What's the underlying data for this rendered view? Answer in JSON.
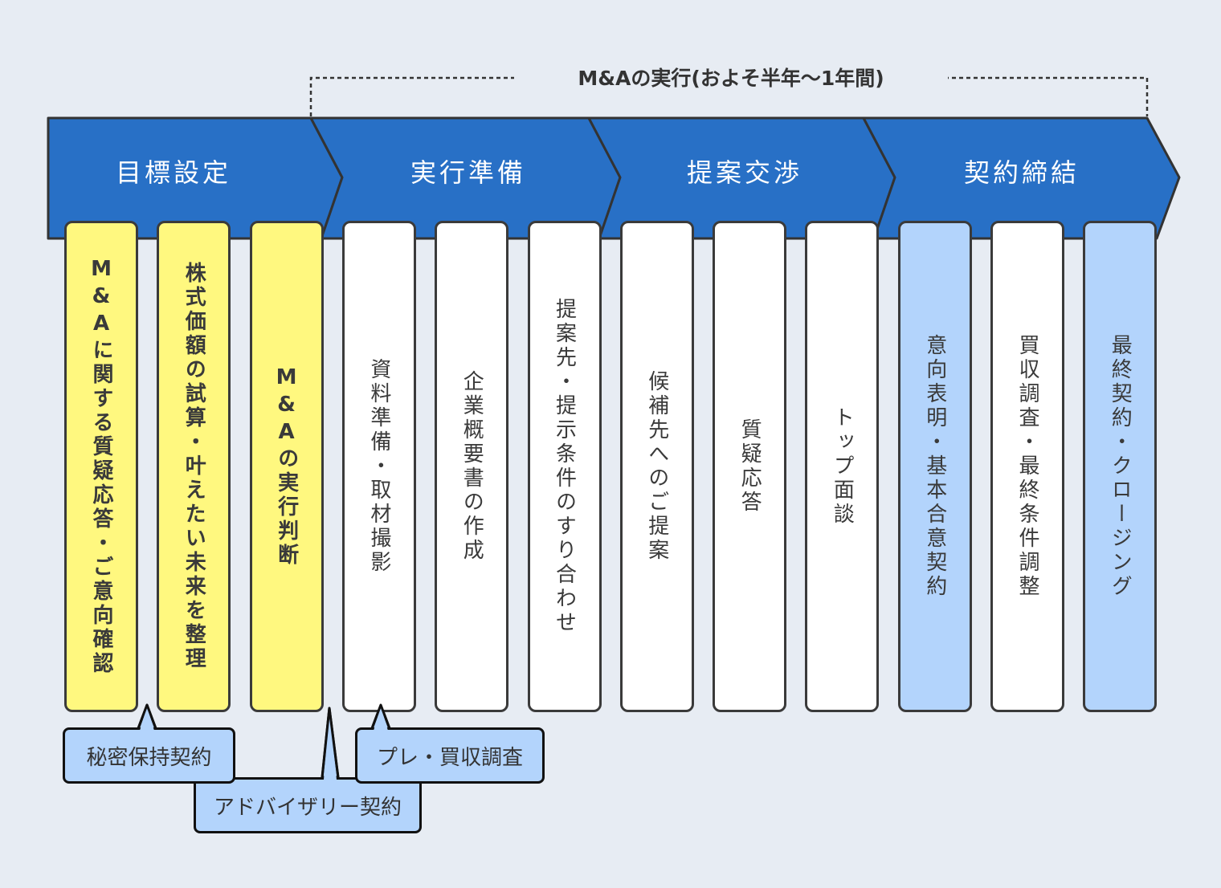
{
  "span": {
    "label": "M&Aの実行(およそ半年〜1年間)"
  },
  "stages": [
    {
      "label": "目標設定"
    },
    {
      "label": "実行準備"
    },
    {
      "label": "提案交渉"
    },
    {
      "label": "契約締結"
    }
  ],
  "cards": [
    {
      "text": "M&Aに関する質疑応答・ご意向確認",
      "color": "yellow"
    },
    {
      "text": "株式価額の試算・叶えたい未来を整理",
      "color": "yellow"
    },
    {
      "text": "M&Aの実行判断",
      "color": "yellow"
    },
    {
      "text": "資料準備・取材撮影",
      "color": "white"
    },
    {
      "text": "企業概要書の作成",
      "color": "white"
    },
    {
      "text": "提案先・提示条件のすり合わせ",
      "color": "white"
    },
    {
      "text": "候補先へのご提案",
      "color": "white"
    },
    {
      "text": "質疑応答",
      "color": "white"
    },
    {
      "text": "トップ面談",
      "color": "white"
    },
    {
      "text": "意向表明・基本合意契約",
      "color": "blue"
    },
    {
      "text": "買収調査・最終条件調整",
      "color": "white"
    },
    {
      "text": "最終契約・クロージング",
      "color": "blue"
    }
  ],
  "callouts": [
    {
      "label": "秘密保持契約"
    },
    {
      "label": "アドバイザリー契約"
    },
    {
      "label": "プレ・買収調査"
    }
  ],
  "colors": {
    "background": "#e7ecf3",
    "stage_fill": "#2870c6",
    "outline": "#3a3a3a",
    "yellow_card": "#fff87f",
    "blue_card": "#b3d4fc",
    "white_card": "#ffffff",
    "callout_fill": "#b3d4fc"
  }
}
